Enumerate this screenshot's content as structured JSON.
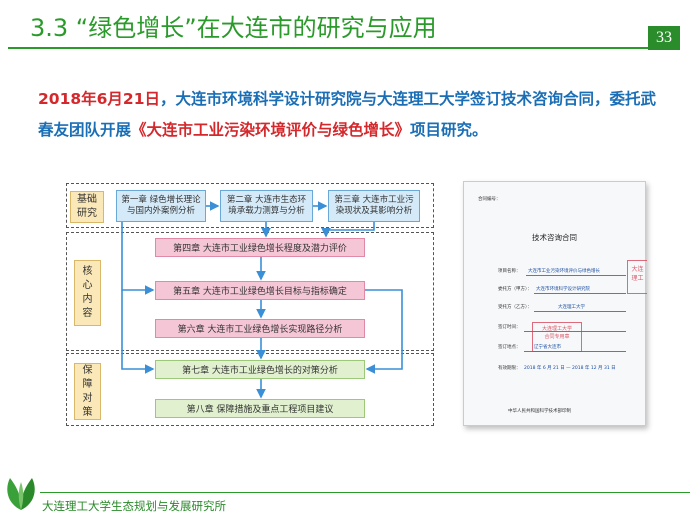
{
  "slide": {
    "title": "3.3 “绿色增长”在大连市的研究与应用",
    "page_number": "33",
    "intro": {
      "part1": "2018年6月21日",
      "part2": "，大连市环境科学设计研究院与大连理工大学签订技术咨询合同，委托武春友团队开展",
      "part3": "《大连市工业污染环境评价与绿色增长》",
      "part4": "项目研究。"
    }
  },
  "diagram": {
    "groups": {
      "basic": "基础\n研究",
      "core": "核\n心\n内\n容",
      "support": "保\n障\n对\n策"
    },
    "chapters": {
      "ch1": "第一章  绿色增长理论与国内外案例分析",
      "ch2": "第二章  大连市生态环境承载力测算与分析",
      "ch3": "第三章  大连市工业污染现状及其影响分析",
      "ch4": "第四章  大连市工业绿色增长程度及潜力评价",
      "ch5": "第五章  大连市工业绿色增长目标与指标确定",
      "ch6": "第六章  大连市工业绿色增长实现路径分析",
      "ch7": "第七章  大连市工业绿色增长的对策分析",
      "ch8": "第八章  保障措施及重点工程项目建议"
    },
    "colors": {
      "blue_box": "#d5eaf8",
      "pink_box": "#f5c6d6",
      "green_box": "#e1f0cf",
      "arrow": "#3a8fd6"
    }
  },
  "contract": {
    "contract_no": "合同编号：",
    "title": "技术咨询合同",
    "fields": [
      {
        "label": "项目名称：",
        "value": "大连市工业污染环境评价与绿色增长"
      },
      {
        "label": "委托方（甲方）：",
        "value": "大连市环境科学设计研究院"
      },
      {
        "label": "受托方（乙方）：",
        "value": "大连理工大学"
      },
      {
        "label": "签订时间：",
        "value": ""
      },
      {
        "label": "签订地点：",
        "value": "辽宁省大连市"
      },
      {
        "label": "有效期限：",
        "value": "2018 年 6 月 21 日 — 2018 年 12 月 31 日"
      }
    ],
    "stamp": "大连理工大学\n合同专用章",
    "stamp_side": "大连\n理工",
    "issuer": "中华人民共和国科学技术部印制"
  },
  "footer": {
    "institute": "大连理工大学生态规划与发展研究所"
  }
}
